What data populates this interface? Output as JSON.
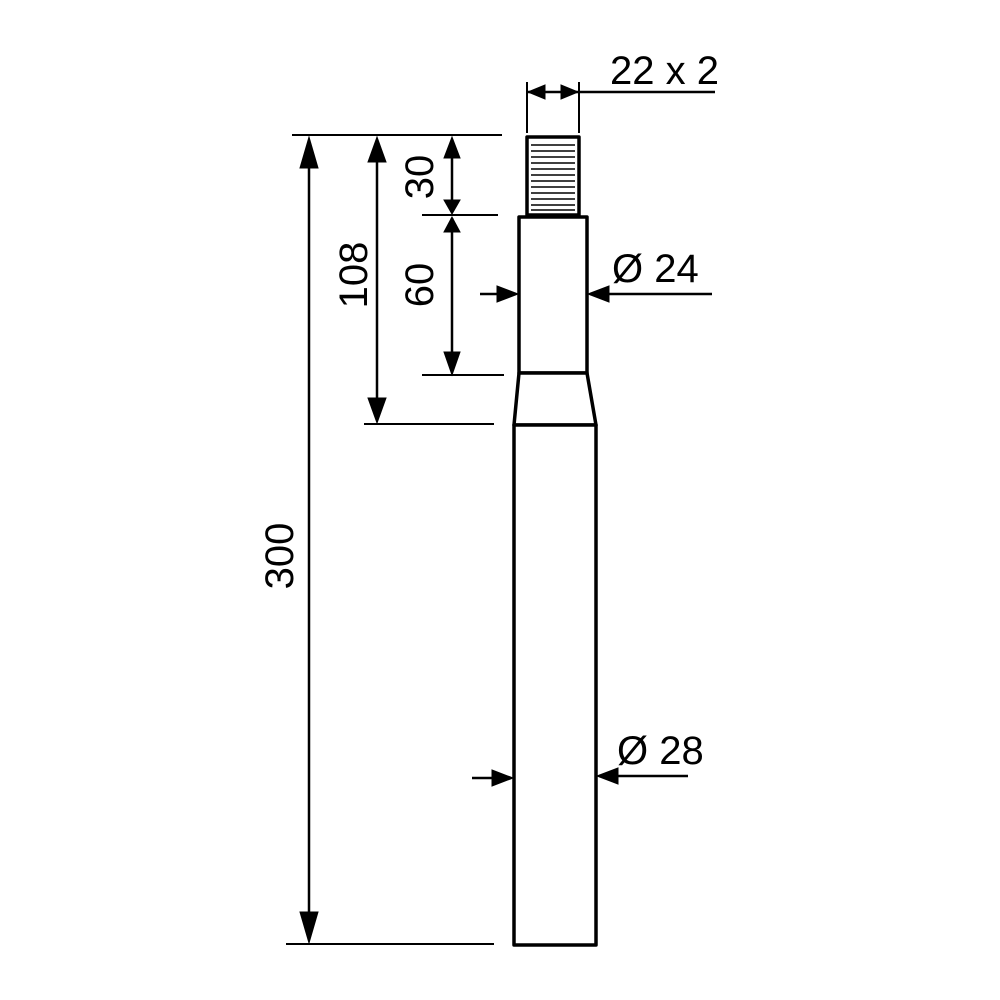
{
  "drawing": {
    "labels": {
      "thread": "22 x 2",
      "total_length": "300",
      "shoulder_length": "108",
      "thread_length": "30",
      "neck_length": "60",
      "neck_diameter": "Ø 24",
      "shaft_diameter": "Ø 28"
    },
    "colors": {
      "ink": "#000000",
      "paper": "#ffffff"
    }
  }
}
